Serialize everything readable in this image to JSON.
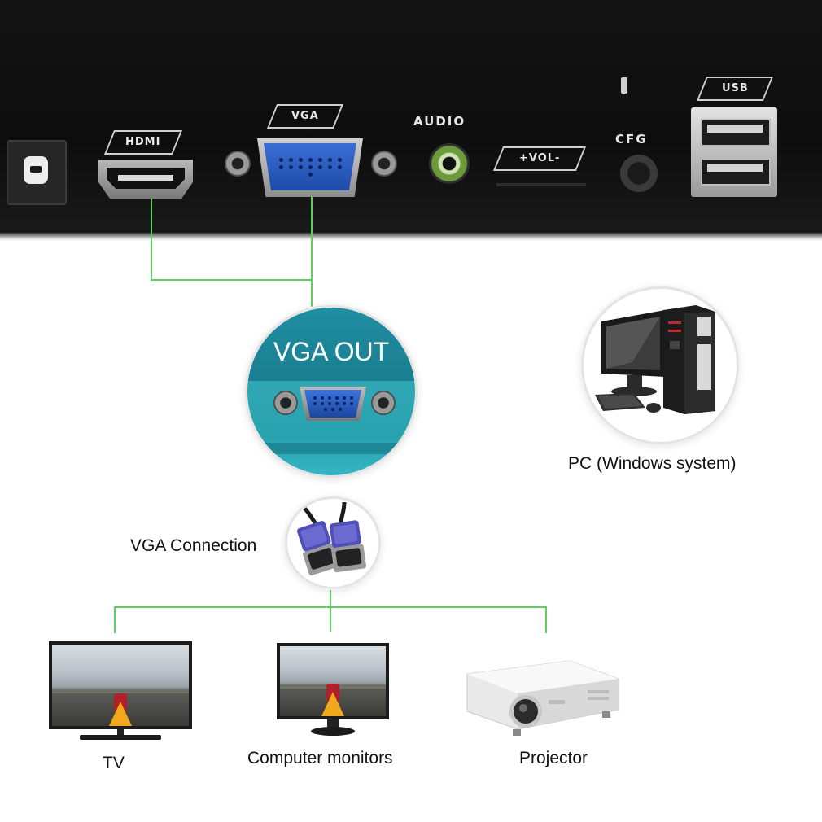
{
  "panel": {
    "hdmi_tag": "HDMI",
    "vga_tag": "VGA",
    "audio_label": "AUDIO",
    "vol_tag": "+VOL-",
    "cfg_label": "CFG",
    "usb_tag": "USB"
  },
  "diagram": {
    "vga_out_label": "VGA OUT",
    "vga_connection_label": "VGA Connection",
    "pc_label": "PC (Windows system)",
    "outputs": [
      {
        "label": "TV"
      },
      {
        "label": "Computer monitors"
      },
      {
        "label": "Projector"
      }
    ]
  },
  "colors": {
    "connector_line": "#5cd05c",
    "vga_port_blue": "#2a5bc4",
    "panel_black": "#111111",
    "vga_out_teal": "#2aa3b1"
  },
  "icons": [
    "power-jack-icon",
    "hdmi-port-icon",
    "vga-port-icon",
    "audio-jack-icon",
    "usb-port-icon",
    "desktop-pc-icon",
    "vga-cable-icon",
    "tv-icon",
    "monitor-icon",
    "projector-icon"
  ]
}
